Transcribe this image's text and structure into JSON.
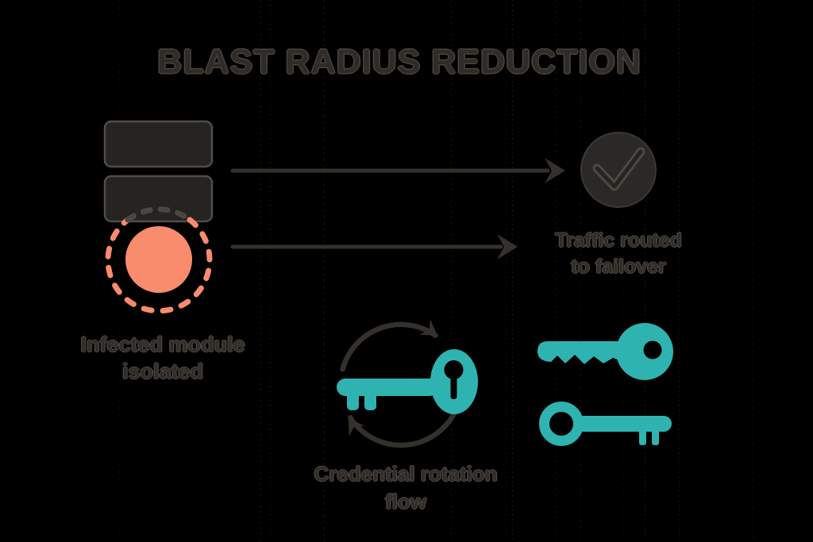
{
  "title": "BLAST RADIUS REDUCTION",
  "labels": {
    "infected_module": {
      "line1": "Infected module",
      "line2": "isolated"
    },
    "traffic_routed": {
      "line1": "Traffic routed",
      "line2": "to failover"
    },
    "credential_rotation": {
      "line1": "Credential rotation",
      "line2": "flow"
    }
  },
  "icons": [
    {
      "name": "module-box-top",
      "shape": "dark rounded rectangle"
    },
    {
      "name": "module-box-bottom",
      "shape": "dark rounded rectangle"
    },
    {
      "name": "infected-node",
      "shape": "solid coral circle inside dashed quarantine ring"
    },
    {
      "name": "arrow-right-top",
      "shape": "long horizontal arrow pointing right"
    },
    {
      "name": "arrow-right-bottom",
      "shape": "long horizontal arrow pointing right"
    },
    {
      "name": "check-circle",
      "shape": "dark filled circle with outlined checkmark"
    },
    {
      "name": "key-rotation",
      "shape": "teal key encircled by two clockwise rotation arrows"
    },
    {
      "name": "key-top-right",
      "shape": "teal key, bow on right, jagged bit on left"
    },
    {
      "name": "key-bottom-right",
      "shape": "teal key, ring bow on left, bit on right"
    }
  ],
  "colors": {
    "background": "#000000",
    "ink": "#34302c",
    "ink_outline": "#49443c",
    "text": "#2f2c29",
    "coral": "#F88C6D",
    "teal": "#2FB3B1",
    "shape_fill": "#262422",
    "shape_border": "#514C46"
  }
}
